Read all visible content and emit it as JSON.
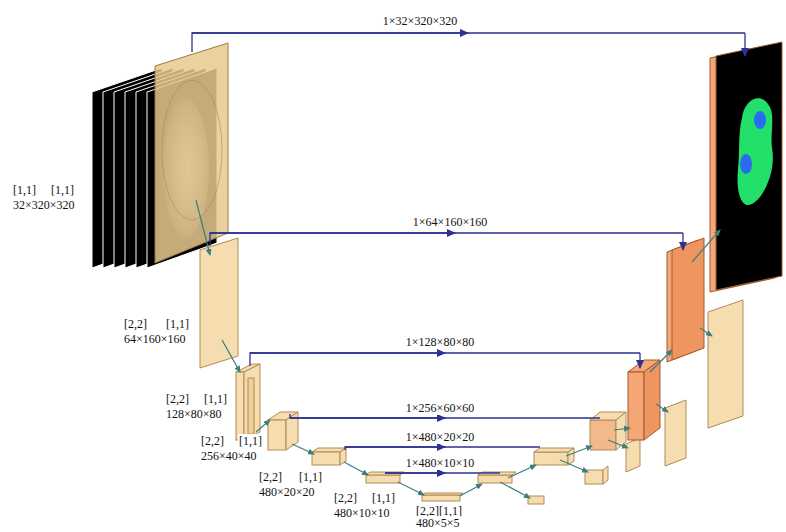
{
  "diagram": {
    "labels": [
      "1×32×320×320",
      "[1,1]",
      "[1,1]",
      "32×320×320",
      "1×64×160×160",
      "[2,2]",
      "[1,1]",
      "64×160×160",
      "1×128×80×80",
      "[2,2]",
      "[1,1]",
      "128×80×80",
      "1×256×60×60",
      "[2,2]",
      "[1,1]",
      "256×40×40",
      "1×480×20×20",
      "[2,2]",
      "[1,1]",
      "480×20×20",
      "1×480×10×10",
      "[2,2]",
      "[1,1]",
      "480×10×10",
      "[2,2][1,1]",
      "480×5×5"
    ]
  }
}
